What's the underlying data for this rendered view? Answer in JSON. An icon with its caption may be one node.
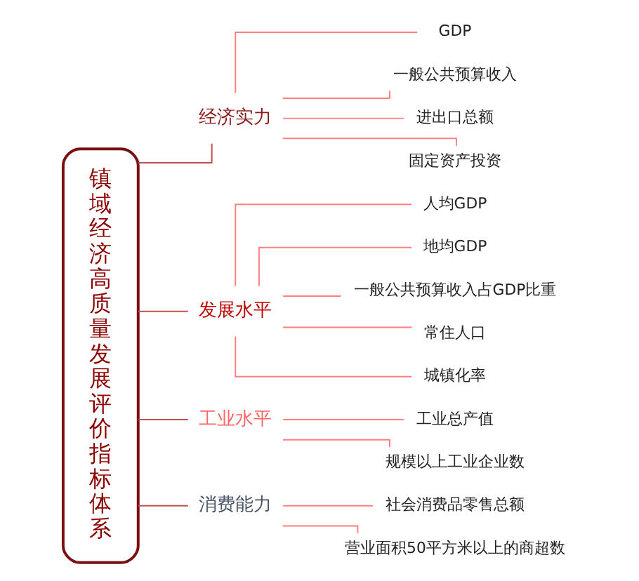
{
  "diagram": {
    "nodes": [
      {
        "text": [
          "镇域经济高质量发展评价指标体系"
        ]
      },
      {
        "text": [
          "经济实力"
        ]
      },
      {
        "text": [
          "GDP"
        ]
      },
      {
        "text": [
          "一般公共预算收入"
        ]
      },
      {
        "text": [
          "进出口总额"
        ]
      },
      {
        "text": [
          "固定资产投资"
        ]
      },
      {
        "text": [
          "发展水平"
        ]
      },
      {
        "text": [
          "人均GDP"
        ]
      },
      {
        "text": [
          "地均GDP"
        ]
      },
      {
        "text": [
          "一般公共预算收入占GDP比重"
        ]
      },
      {
        "text": [
          "常住人口"
        ]
      },
      {
        "text": [
          "城镇化率"
        ]
      },
      {
        "text": [
          "工业水平"
        ]
      },
      {
        "text": [
          "工业总产值"
        ]
      },
      {
        "text": [
          "规模以上工业企业数"
        ]
      },
      {
        "text": [
          "消费能力"
        ]
      },
      {
        "text": [
          "社会消费品零售总额"
        ]
      },
      {
        "text": [
          "营业面积50平方米以上的商超数"
        ]
      }
    ],
    "edges": [
      {
        "from": 0,
        "to": 1,
        "arrow": "none",
        "color": "#c0504d"
      },
      {
        "from": 1,
        "to": 2,
        "arrow": "none"
      },
      {
        "from": 1,
        "to": 3,
        "arrow": "none"
      },
      {
        "from": 1,
        "to": 4,
        "arrow": "none"
      },
      {
        "from": 1,
        "to": 5,
        "arrow": "none"
      },
      {
        "from": 0,
        "to": 6,
        "arrow": "none",
        "color": "#c0504d"
      },
      {
        "from": 6,
        "to": 7,
        "arrow": "none"
      },
      {
        "from": 6,
        "to": 8,
        "arrow": "none"
      },
      {
        "from": 6,
        "to": 9,
        "arrow": "none"
      },
      {
        "from": 6,
        "to": 10,
        "arrow": "none"
      },
      {
        "from": 6,
        "to": 11,
        "arrow": "none"
      },
      {
        "from": 0,
        "to": 12,
        "arrow": "none",
        "color": "#c0504d"
      },
      {
        "from": 12,
        "to": 13,
        "arrow": "none"
      },
      {
        "from": 12,
        "to": 14,
        "arrow": "none"
      },
      {
        "from": 0,
        "to": 15,
        "arrow": "none",
        "color": "#c0504d"
      },
      {
        "from": 15,
        "to": 16,
        "arrow": "none"
      },
      {
        "from": 15,
        "to": 17,
        "arrow": "none"
      }
    ]
  }
}
